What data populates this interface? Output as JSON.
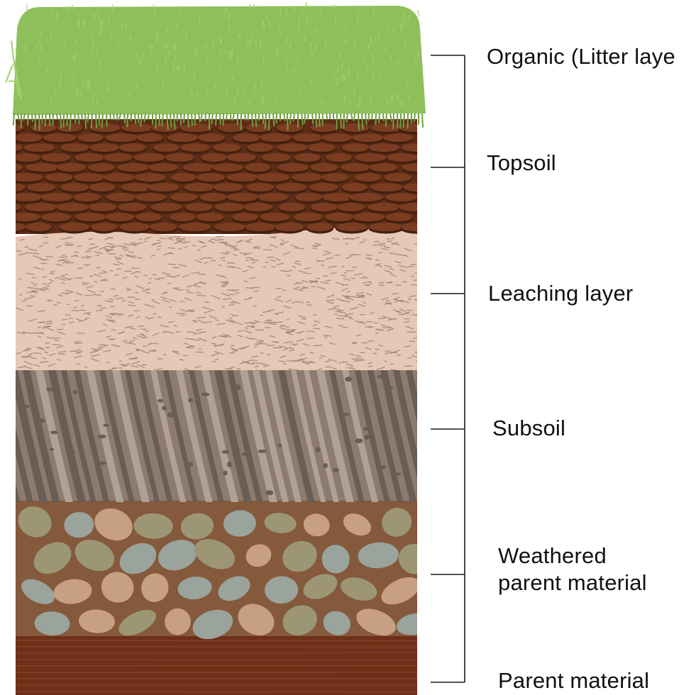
{
  "diagram": {
    "layers": [
      {
        "id": "organic",
        "label": "Organic (Litter laye",
        "color": "#8fbf5a"
      },
      {
        "id": "topsoil",
        "label": "Topsoil",
        "color": "#5c2c17"
      },
      {
        "id": "leaching",
        "label": "Leaching layer",
        "color": "#e6c8b6"
      },
      {
        "id": "subsoil",
        "label": "Subsoil",
        "color": "#8d7b70"
      },
      {
        "id": "weathered",
        "label": "Weathered parent material",
        "line1": "Weathered",
        "line2": "parent material",
        "color": "#85593c"
      },
      {
        "id": "parent",
        "label": "Parent material",
        "color": "#6e3019"
      }
    ],
    "colors": {
      "grass_light": "#a6cf72",
      "grass_dark": "#6e9f3e",
      "topsoil_clod": "#7a3d22",
      "topsoil_clod_dark": "#43200f",
      "leaching_fleck": "#9c7d70",
      "subsoil_stripe_dark": "#6a5d55",
      "subsoil_stripe_light": "#b0a197",
      "stone_tan": "#c79f82",
      "stone_green": "#9c9675",
      "stone_grey": "#9aa39c",
      "parent_stripe": "#81422a",
      "bracket_line": "#1a1a1a"
    }
  }
}
